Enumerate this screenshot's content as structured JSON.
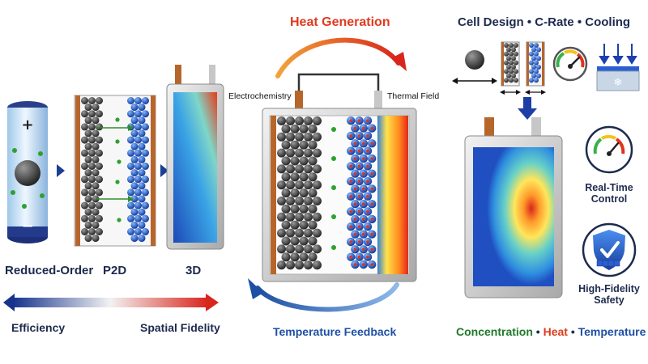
{
  "scales": {
    "reduced_order": "Reduced-Order",
    "p2d": "P2D",
    "three_d": "3D",
    "left_end": "Efficiency",
    "right_end": "Spatial Fidelity"
  },
  "loop": {
    "top": "Heat Generation",
    "bottom": "Temperature Feedback",
    "left_port": "Electrochemistry",
    "right_port": "Thermal Field"
  },
  "design": {
    "title_parts": [
      "Cell Design",
      "•",
      "C-Rate",
      "•",
      "Cooling"
    ]
  },
  "right_panel": {
    "realtime": [
      "Real-Time",
      "Control"
    ],
    "safety": [
      "High-Fidelity",
      "Safety"
    ]
  },
  "footer": {
    "parts": [
      {
        "text": "Concentration",
        "color": "#1f7a2a"
      },
      {
        "text": "•",
        "color": "#1c2a4d"
      },
      {
        "text": "Heat",
        "color": "#e03a1e"
      },
      {
        "text": "•",
        "color": "#1c2a4d"
      },
      {
        "text": "Temperature",
        "color": "#1d4fa5"
      }
    ]
  },
  "colors": {
    "navy": "#1c2a4d",
    "red": "#e03a1e",
    "blue": "#1d4fa5",
    "green": "#1f7a2a",
    "heat_arrow": "#e8502a",
    "feedback_arrow": "#2a5db0"
  },
  "icons": [
    "sphere-particle-icon",
    "electrode-stack-icon",
    "gauge-icon",
    "cooling-plate-icon",
    "shield-check-icon"
  ]
}
